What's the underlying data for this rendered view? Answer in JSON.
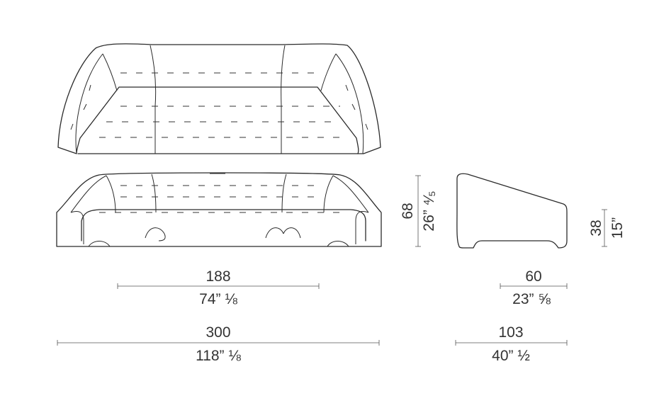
{
  "dimensions": {
    "seat_width_cm": "188",
    "seat_width_in": "74” ⅛",
    "total_width_cm": "300",
    "total_width_in": "118” ⅛",
    "height_cm": "68",
    "height_in": "26” ⁴⁄₅",
    "seat_depth_cm": "60",
    "seat_depth_in": "23” ⅝",
    "total_depth_cm": "103",
    "total_depth_in": "40” ½",
    "seat_height_cm": "38",
    "seat_height_in": "15”"
  }
}
